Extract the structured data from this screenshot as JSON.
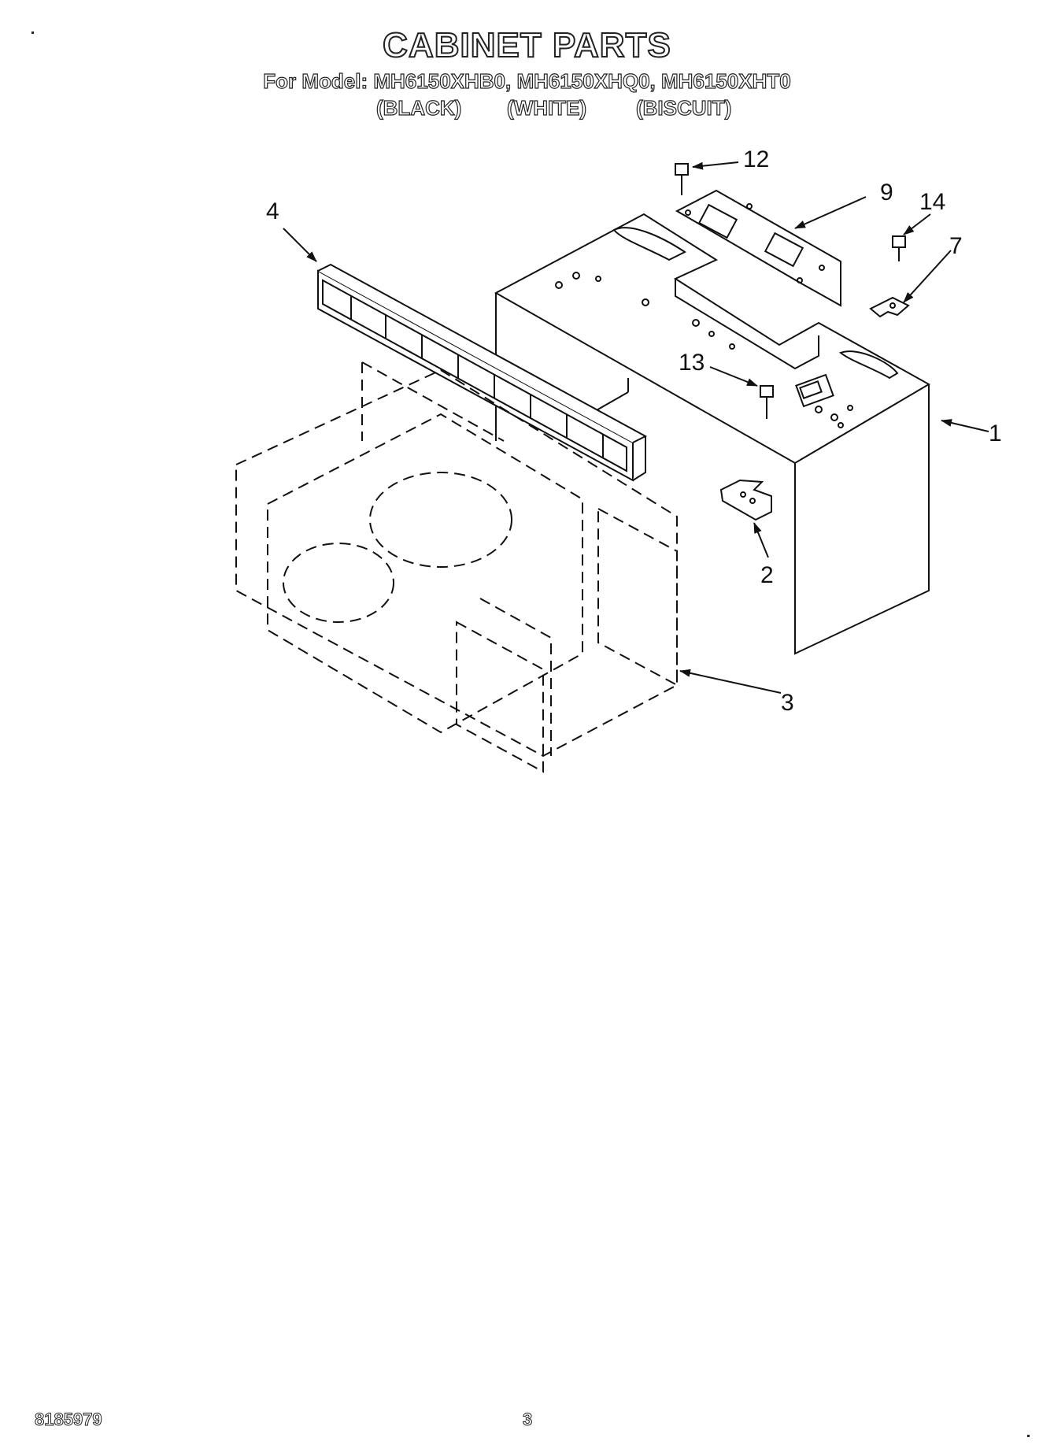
{
  "header": {
    "title": "CABINET PARTS",
    "model_line": "For Model: MH6150XHB0, MH6150XHQ0, MH6150XHT0",
    "colors": [
      "(BLACK)",
      "(WHITE)",
      "(BISCUIT)"
    ]
  },
  "callouts": {
    "c1": "1",
    "c2": "2",
    "c3": "3",
    "c4": "4",
    "c7": "7",
    "c9": "9",
    "c12": "12",
    "c13": "13",
    "c14": "14"
  },
  "footer": {
    "doc_code": "8185979",
    "page_number": "3"
  }
}
